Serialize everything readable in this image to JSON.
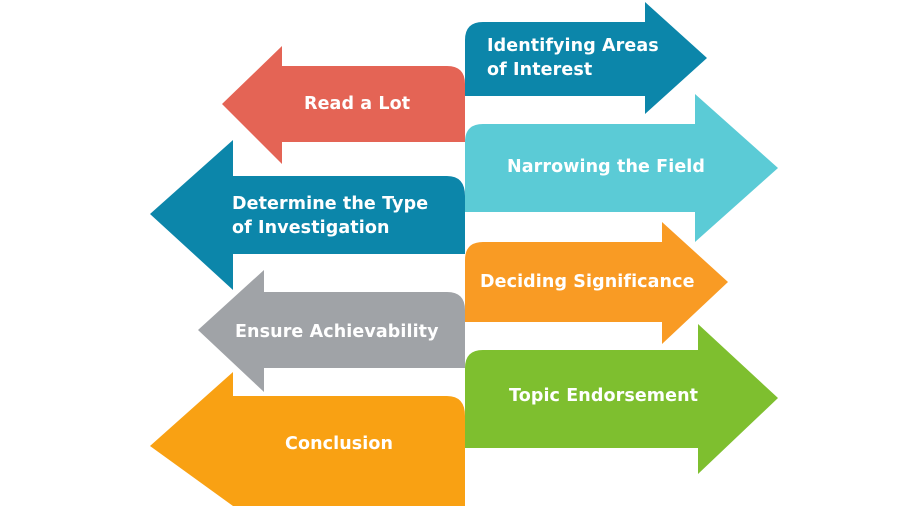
{
  "steps": {
    "read_a_lot": {
      "lines": [
        "Read a Lot"
      ],
      "color": "#e46455"
    },
    "identifying_areas": {
      "lines": [
        "Identifying Areas",
        "of Interest"
      ],
      "color": "#0c86aa"
    },
    "narrowing_field": {
      "lines": [
        "Narrowing the Field"
      ],
      "color": "#5bcbd6"
    },
    "determine_type": {
      "lines": [
        "Determine the Type",
        "of Investigation"
      ],
      "color": "#0c86aa"
    },
    "deciding_significance": {
      "lines": [
        "Deciding Significance"
      ],
      "color": "#f99b24"
    },
    "ensure_achievability": {
      "lines": [
        "Ensure Achievability"
      ],
      "color": "#a0a3a7"
    },
    "topic_endorsement": {
      "lines": [
        "Topic Endorsement"
      ],
      "color": "#7ebf2f"
    },
    "conclusion": {
      "lines": [
        "Conclusion"
      ],
      "color": "#f9a113"
    }
  }
}
